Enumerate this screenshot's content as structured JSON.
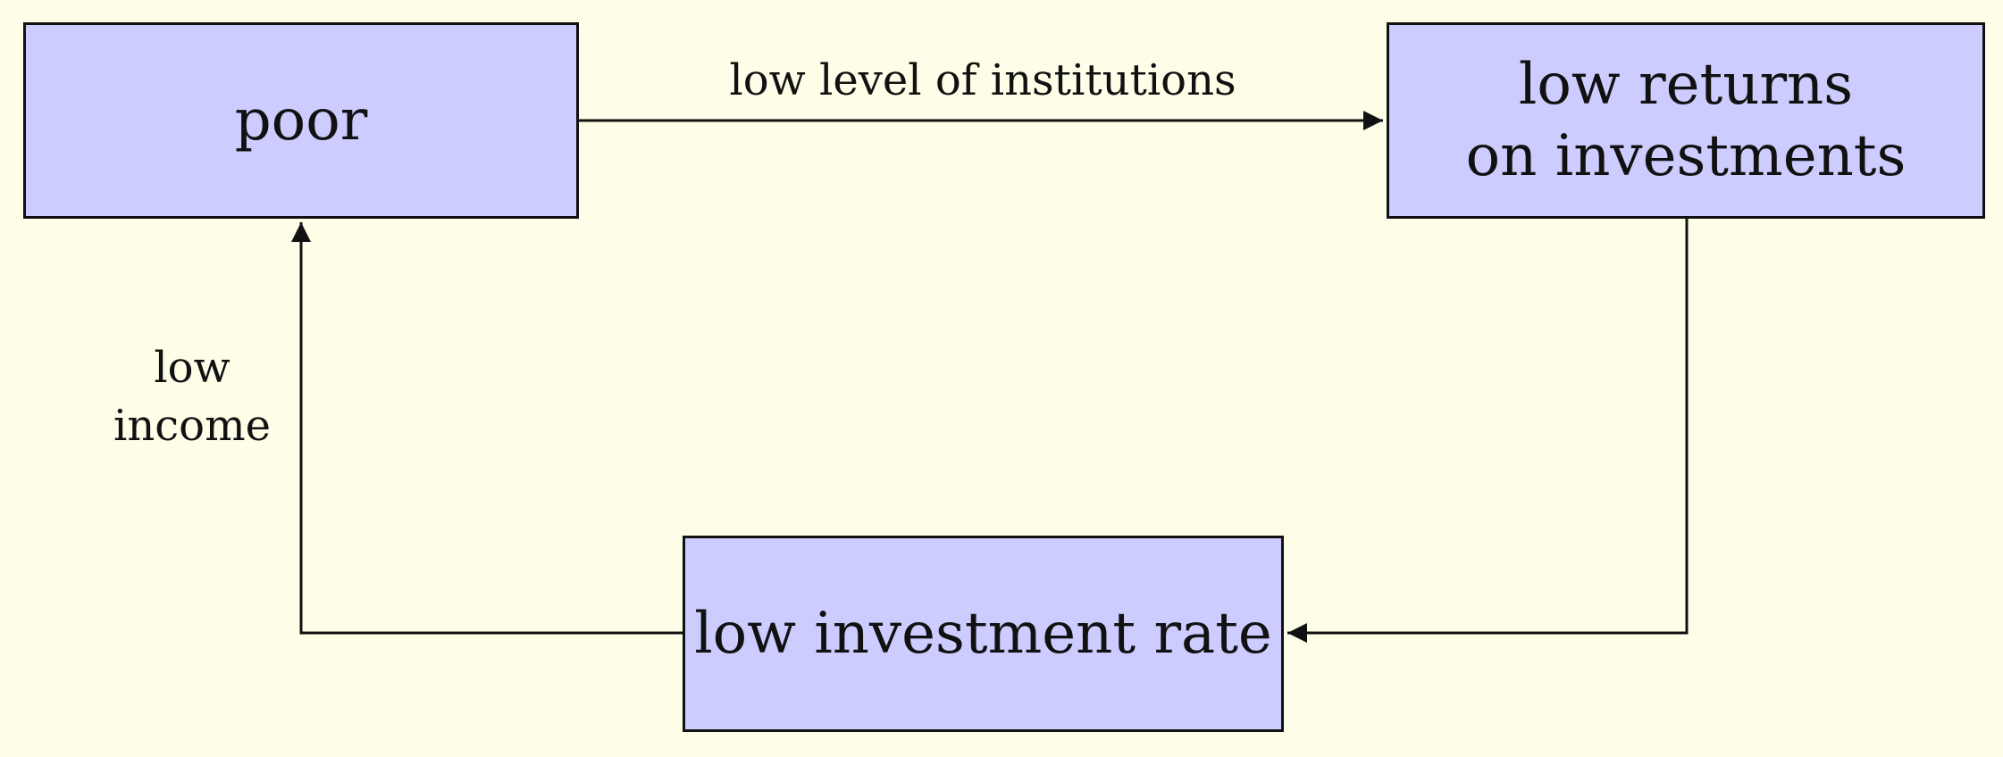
{
  "colors": {
    "background": "#fefde8",
    "box_fill": "#ccccff",
    "stroke": "#111111"
  },
  "nodes": {
    "poor": {
      "label": "poor"
    },
    "low_returns": {
      "line1": "low returns",
      "line2": "on investments"
    },
    "low_investment_rate": {
      "label": "low investment rate"
    }
  },
  "edges": {
    "institutions": {
      "label": "low level of institutions"
    },
    "income": {
      "line1": "low",
      "line2": "income"
    }
  }
}
